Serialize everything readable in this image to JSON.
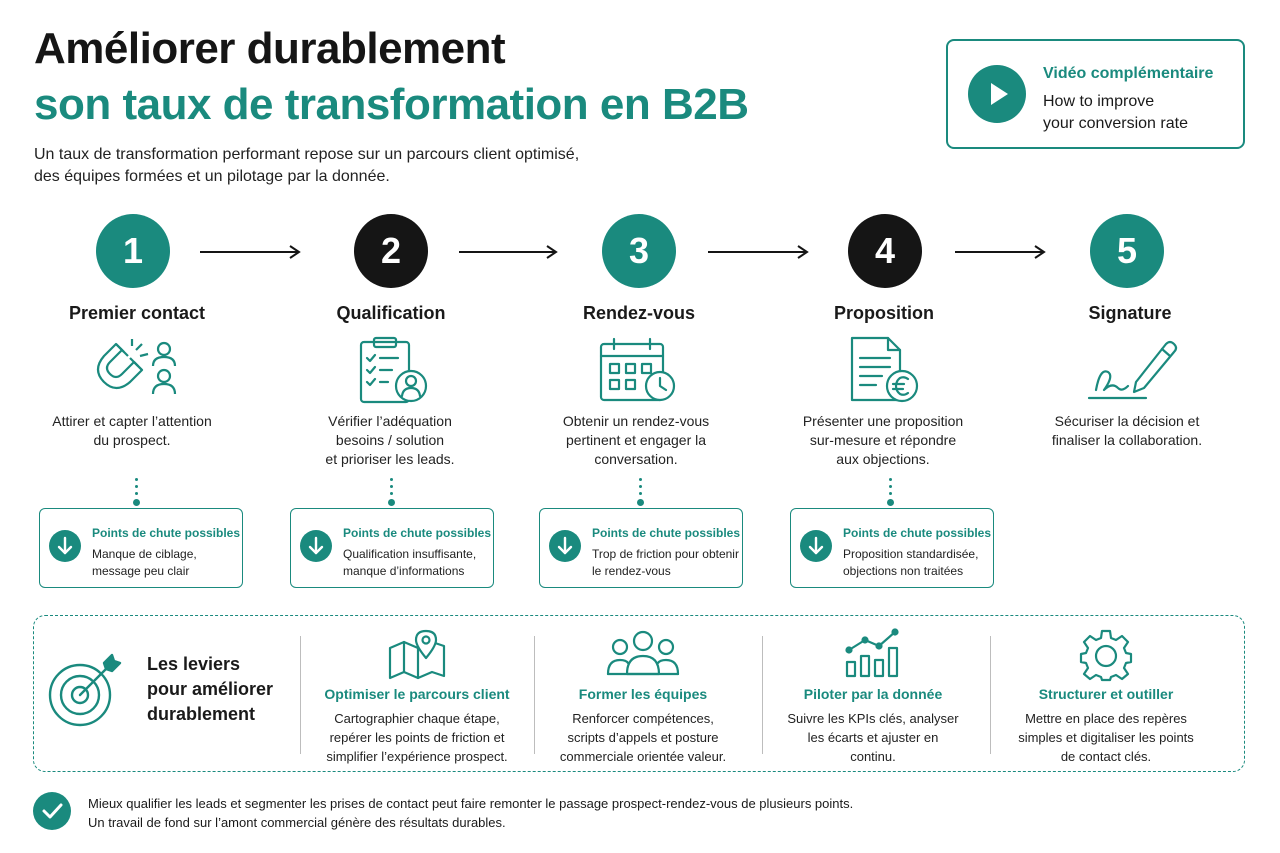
{
  "header": {
    "title_line1": "Améliorer durablement",
    "title_line2": "son taux de transformation en B2B",
    "intro_line1": "Un taux de transformation performant repose sur un parcours client optimisé,",
    "intro_line2": "des équipes formées et un pilotage par la donnée."
  },
  "video": {
    "title": "Vidéo complémentaire",
    "subtitle_line1": "How to improve",
    "subtitle_line2": "your conversion rate",
    "icon": "play-icon"
  },
  "colors": {
    "accent": "#1a8a7e",
    "dark": "#151515",
    "text": "#1a1a1a"
  },
  "steps": [
    {
      "number": "1",
      "title": "Premier contact",
      "icon": "magnet-people-icon",
      "desc": [
        "Attirer et capter l’attention",
        "du prospect."
      ]
    },
    {
      "number": "2",
      "title": "Qualification",
      "icon": "checklist-user-icon",
      "desc": [
        "Vérifier l’adéquation",
        "besoins / solution",
        "et prioriser les leads."
      ]
    },
    {
      "number": "3",
      "title": "Rendez-vous",
      "icon": "calendar-clock-icon",
      "desc": [
        "Obtenir un rendez-vous",
        "pertinent et engager la",
        "conversation."
      ]
    },
    {
      "number": "4",
      "title": "Proposition",
      "icon": "document-euro-icon",
      "desc": [
        "Présenter une proposition",
        "sur-mesure et répondre",
        "aux objections."
      ]
    },
    {
      "number": "5",
      "title": "Signature",
      "icon": "pen-signature-icon",
      "desc": [
        "Sécuriser la décision et",
        "finaliser la collaboration."
      ]
    }
  ],
  "drops": [
    {
      "title": "Points de chute possibles",
      "text": [
        "Manque de ciblage,",
        "message peu clair"
      ]
    },
    {
      "title": "Points de chute possibles",
      "text": [
        "Qualification insuffisante,",
        "manque d’informations"
      ]
    },
    {
      "title": "Points de chute possibles",
      "text": [
        "Trop de friction pour obtenir",
        "le rendez-vous"
      ]
    },
    {
      "title": "Points de chute possibles",
      "text": [
        "Proposition standardisée,",
        "objections non traitées"
      ]
    }
  ],
  "levers": {
    "title_line1": "Les leviers",
    "title_line2": "pour améliorer",
    "title_line3": "durablement",
    "items": [
      {
        "icon": "map-pin-icon",
        "title": "Optimiser le parcours client",
        "text": [
          "Cartographier chaque étape,",
          "repérer les points de friction et",
          "simplifier l’expérience prospect."
        ]
      },
      {
        "icon": "team-icon",
        "title": "Former les équipes",
        "text": [
          "Renforcer compétences,",
          "scripts d’appels et posture",
          "commerciale orientée valeur."
        ]
      },
      {
        "icon": "chart-growth-icon",
        "title": "Piloter par la donnée",
        "text": [
          "Suivre les KPIs clés, analyser",
          "les écarts et ajuster en",
          "continu."
        ]
      },
      {
        "icon": "gear-icon",
        "title": "Structurer et outiller",
        "text": [
          "Mettre en place des repères",
          "simples et digitaliser les points",
          "de contact clés."
        ]
      }
    ]
  },
  "footer": {
    "line1": "Mieux qualifier les leads et segmenter les prises de contact peut faire remonter le passage prospect-rendez-vous de plusieurs points.",
    "line2": "Un travail de fond sur l’amont commercial génère des résultats durables."
  }
}
